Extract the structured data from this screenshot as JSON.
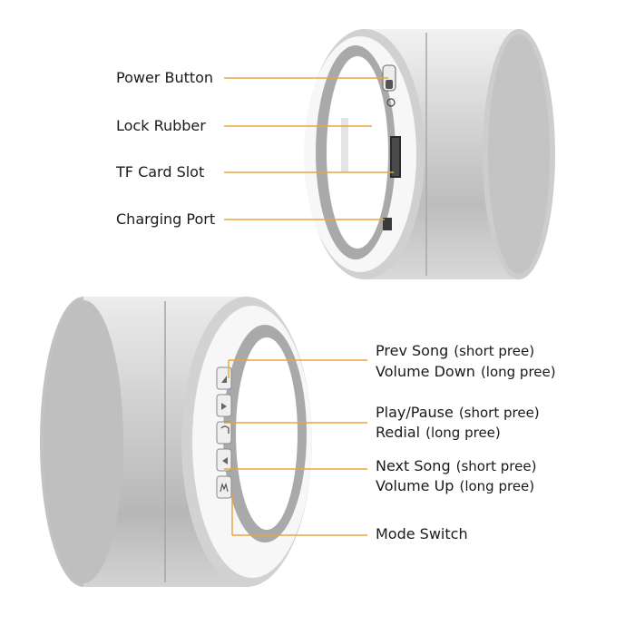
{
  "top_callouts": [
    {
      "label": "Power Button"
    },
    {
      "label": "Lock Rubber"
    },
    {
      "label": "TF Card Slot"
    },
    {
      "label": "Charging Port"
    }
  ],
  "bottom_callouts": [
    {
      "main": "Prev Song",
      "paren": "(short pree)"
    },
    {
      "main": "Volume Down",
      "paren": "(long pree)"
    },
    {
      "main": "Play/Pause",
      "paren": "(short pree)"
    },
    {
      "main": "Redial",
      "paren": "(long pree)"
    },
    {
      "main": "Next Song",
      "paren": "(short pree)"
    },
    {
      "main": "Volume Up",
      "paren": "(long pree)"
    },
    {
      "main": "Mode Switch",
      "paren": ""
    }
  ],
  "colors": {
    "leader_line": "#e8a53c",
    "body_silver": "#c9c9c9",
    "rubber_ring": "#a9a9a9",
    "face_white": "#ffffff",
    "text": "#1a1a1a"
  }
}
